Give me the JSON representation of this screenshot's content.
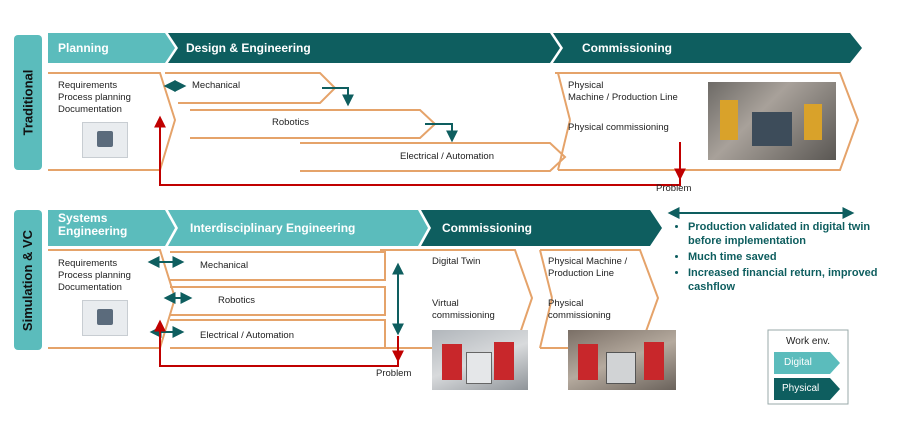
{
  "rows": {
    "traditional": "Traditional",
    "simulation": "Simulation & VC"
  },
  "traditional": {
    "phases": [
      "Planning",
      "Design & Engineering",
      "Commissioning"
    ],
    "planning_items": [
      "Requirements",
      "Process planning",
      "Documentation"
    ],
    "disciplines": [
      "Mechanical",
      "Robotics",
      "Electrical / Automation"
    ],
    "commissioning_top": [
      "Physical",
      "Machine / Production Line"
    ],
    "commissioning_bottom": "Physical commissioning",
    "problem": "Problem"
  },
  "simulation": {
    "phases": [
      "Systems",
      "Engineering",
      "Interdisciplinary Engineering",
      "Commissioning"
    ],
    "planning_items": [
      "Requirements",
      "Process planning",
      "Documentation"
    ],
    "disciplines": [
      "Mechanical",
      "Robotics",
      "Electrical / Automation"
    ],
    "digital_twin": "Digital Twin",
    "virtual_commissioning": [
      "Virtual",
      "commissioning"
    ],
    "physical_machine": [
      "Physical Machine /",
      "Production  Line"
    ],
    "physical_commissioning": [
      "Physical",
      "commissioning"
    ],
    "problem": "Problem"
  },
  "benefits": [
    "Production validated in digital twin before implementation",
    "Much time saved",
    "Increased financial return, improved cashflow"
  ],
  "legend": {
    "title": "Work env.",
    "digital": "Digital",
    "physical": "Physical"
  },
  "colors": {
    "digital": "#5bbcbc",
    "physical": "#0e5e5f",
    "flow": "#e5a36a",
    "problem": "#c00000"
  }
}
